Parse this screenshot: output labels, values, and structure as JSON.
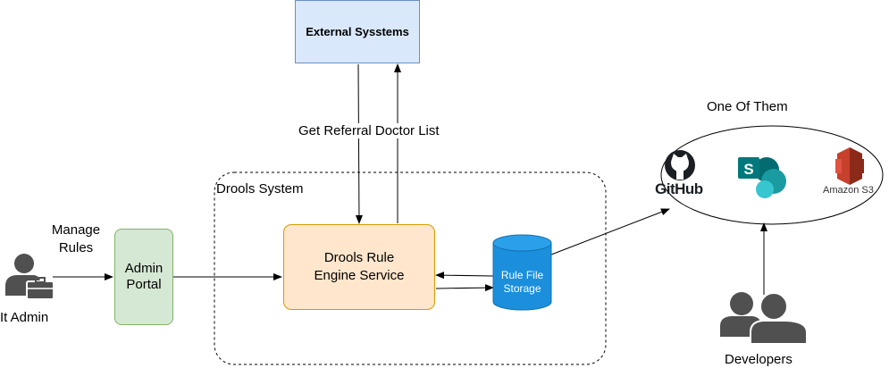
{
  "external": {
    "label": "External Sysstems"
  },
  "edge_get_referral": {
    "label": "Get Referral Doctor List"
  },
  "drools_system": {
    "label": "Drools System"
  },
  "rule_engine": {
    "label": "Drools Rule Engine Service"
  },
  "rule_file_storage": {
    "label": "Rule File Storage"
  },
  "admin_portal": {
    "label": "Admin Portal"
  },
  "edge_manage_rules": {
    "label": "Manage Rules"
  },
  "it_admin": {
    "label": "It Admin"
  },
  "one_of_them": {
    "label": "One Of Them"
  },
  "github": {
    "label": "GitHub"
  },
  "amazon_s3": {
    "label": "Amazon S3"
  },
  "developers": {
    "label": "Developers"
  },
  "colors": {
    "external_fill": "#dae8fc",
    "external_stroke": "#6c8ebf",
    "engine_fill": "#ffe6cc",
    "engine_stroke": "#d79b00",
    "portal_fill": "#d5e8d4",
    "portal_stroke": "#82b366",
    "storage_fill": "#1b8fdb",
    "sharepoint": "#038387",
    "s3": "#c7402b"
  }
}
